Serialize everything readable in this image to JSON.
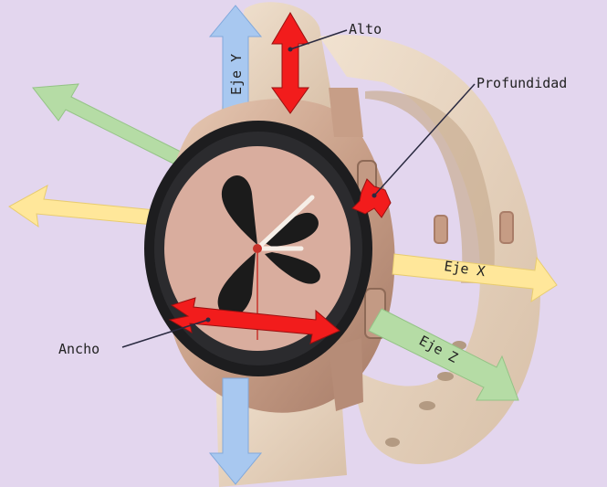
{
  "labels": {
    "alto": "Alto",
    "profundidad": "Profundidad",
    "ancho": "Ancho",
    "eje_x": "Eje X",
    "eje_y": "Eje Y",
    "eje_z": "Eje Z"
  },
  "colors": {
    "background": "#e3d6ee",
    "x_axis": "#ffe79a",
    "y_axis": "#a8c8f0",
    "z_axis": "#b5dca5",
    "dimension_arrows": "#f21c1c",
    "band": "#ecd9c3",
    "case": "#d7b29b",
    "dial": "#d9ad9e",
    "bezel": "#1d1d1f"
  }
}
